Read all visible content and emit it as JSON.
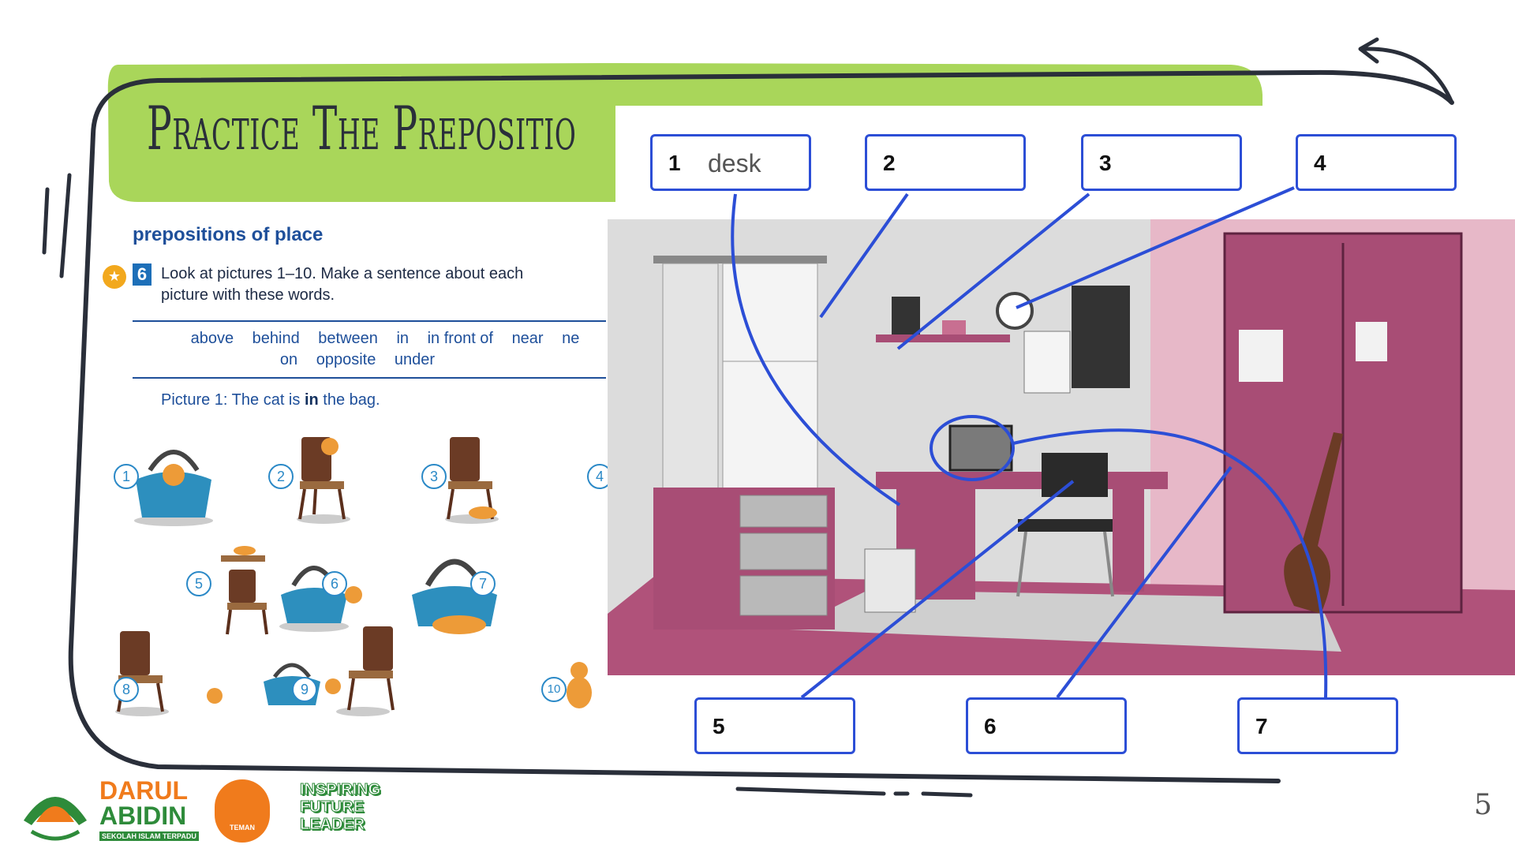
{
  "slide": {
    "title": "Practice The Prepositio",
    "page_number": "5"
  },
  "worksheet": {
    "heading": "prepositions of place",
    "exercise_number": "6",
    "instruction": "Look at pictures 1–10. Make a sentence about each picture with these words.",
    "words_row1": [
      "above",
      "behind",
      "between",
      "in",
      "in front of",
      "near",
      "ne"
    ],
    "words_row2": [
      "on",
      "opposite",
      "under"
    ],
    "example_prefix": "Picture 1: The cat is ",
    "example_bold": "in",
    "example_suffix": " the bag.",
    "picture_labels": [
      "1",
      "2",
      "3",
      "4",
      "5",
      "6",
      "7",
      "8",
      "9",
      "10"
    ]
  },
  "room_labels": [
    {
      "number": "1",
      "answer": "desk"
    },
    {
      "number": "2",
      "answer": ""
    },
    {
      "number": "3",
      "answer": ""
    },
    {
      "number": "4",
      "answer": ""
    },
    {
      "number": "5",
      "answer": ""
    },
    {
      "number": "6",
      "answer": ""
    },
    {
      "number": "7",
      "answer": ""
    }
  ],
  "logos": {
    "school_line1": "DARUL",
    "school_line2": "ABIDIN",
    "school_tagline": "SEKOLAH ISLAM TERPADU",
    "badge_text": "TEMAN",
    "slogan_line1": "INSPIRING",
    "slogan_line2": "FUTURE",
    "slogan_line3": "LEADER"
  },
  "colors": {
    "title_band": "#a9d65a",
    "frame": "#2a2f3a",
    "label_border": "#2c4ed6",
    "heading_blue": "#1e4f9a",
    "room_wall": "#dcdcdc",
    "room_pink": "#b0527a",
    "logo_orange": "#f07b1c",
    "logo_green": "#2e8b3a"
  }
}
